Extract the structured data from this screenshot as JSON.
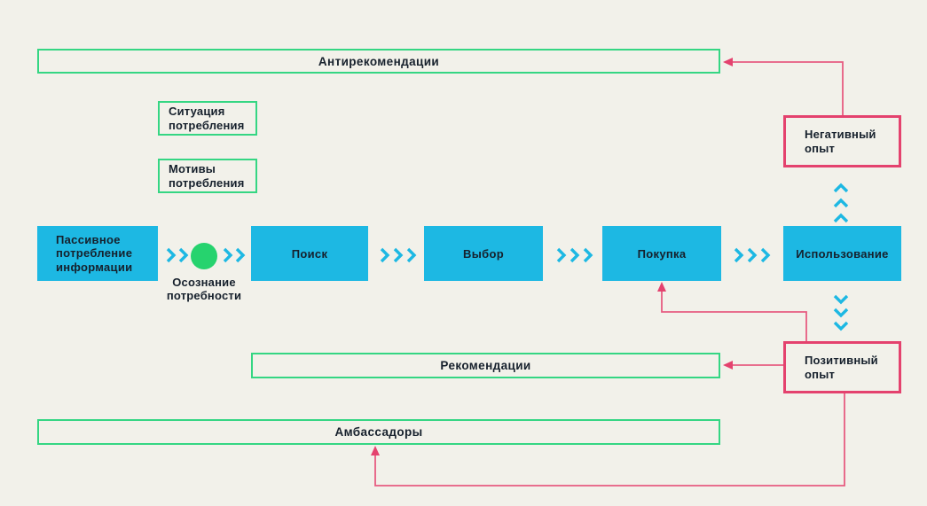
{
  "palette": {
    "background": "#f2f1ea",
    "cyan": "#1db8e3",
    "green": "#35d683",
    "circle_green": "#26d36e",
    "pink": "#e4426e",
    "ink": "#16202c"
  },
  "bands": {
    "antirecommendations": "Антирекомендации",
    "recommendations": "Рекомендации",
    "ambassadors": "Амбассадоры"
  },
  "context": {
    "situation": "Ситуация потребления",
    "motives": "Мотивы потребления"
  },
  "journey": {
    "passive": "Пассивное потребление информации",
    "need_awareness": "Осознание потребности",
    "search": "Поиск",
    "choice": "Выбор",
    "purchase": "Покупка",
    "usage": "Использование"
  },
  "experience": {
    "negative": "Негативный опыт",
    "positive": "Позитивный опыт"
  }
}
